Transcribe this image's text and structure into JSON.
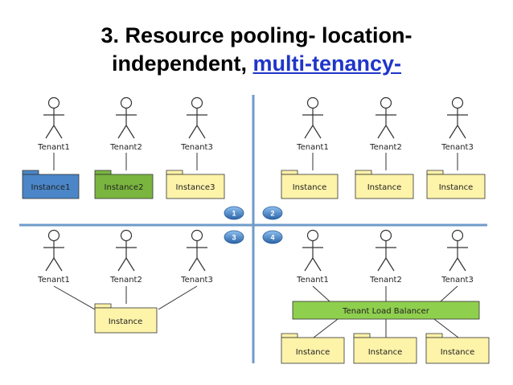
{
  "slide": {
    "title_line1": "3. Resource pooling- location-",
    "title_line2_plain": "independent,",
    "title_line2_link": "multi-tenancy-"
  },
  "colors": {
    "axis": "#6f9bc9",
    "blue_box": "#4a86c8",
    "green_box": "#79b53f",
    "yellow_box": "#fdf3a9",
    "balancer": "#8fcf4e",
    "badge": "#3b79c0"
  },
  "quadrants": {
    "q1": {
      "badge": "1",
      "tenants": [
        "Tenant1",
        "Tenant2",
        "Tenant3"
      ],
      "instances": [
        "Instance1",
        "Instance2",
        "Instance3"
      ]
    },
    "q2": {
      "badge": "2",
      "tenants": [
        "Tenant1",
        "Tenant2",
        "Tenant3"
      ],
      "instances": [
        "Instance",
        "Instance",
        "Instance"
      ]
    },
    "q3": {
      "badge": "3",
      "tenants": [
        "Tenant1",
        "Tenant2",
        "Tenant3"
      ],
      "instance": "Instance"
    },
    "q4": {
      "badge": "4",
      "tenants": [
        "Tenant1",
        "Tenant2",
        "Tenant3"
      ],
      "balancer": "Tenant Load Balancer",
      "instances": [
        "Instance",
        "Instance",
        "Instance"
      ]
    }
  }
}
